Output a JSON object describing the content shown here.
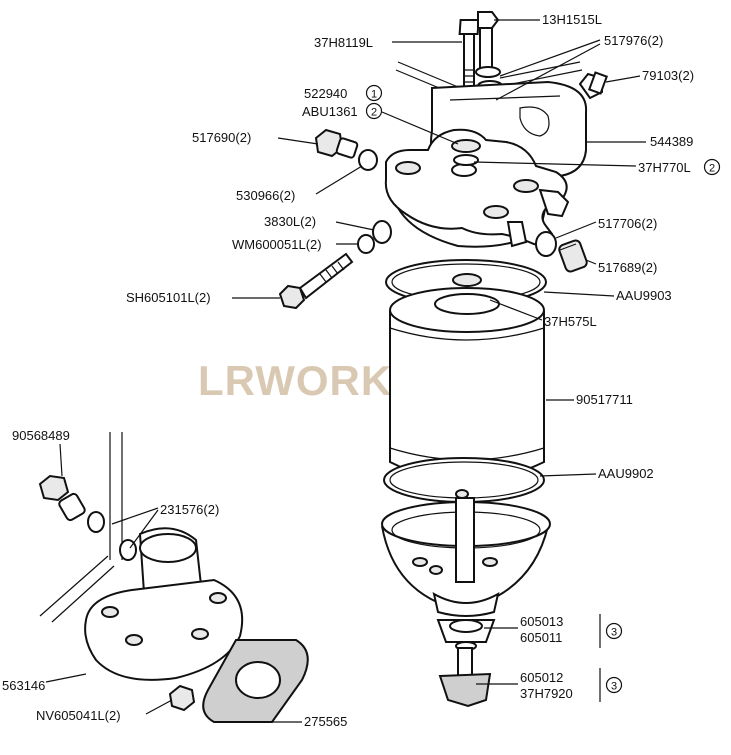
{
  "watermark": "LRWORKSHOP",
  "labels": [
    {
      "id": "13h1515l",
      "text": "13H1515L"
    },
    {
      "id": "37h8119l",
      "text": "37H8119L"
    },
    {
      "id": "517976",
      "text": "517976(2)"
    },
    {
      "id": "79103",
      "text": "79103(2)"
    },
    {
      "id": "522940",
      "text": "522940"
    },
    {
      "id": "abu1361",
      "text": "ABU1361"
    },
    {
      "id": "544389",
      "text": "544389"
    },
    {
      "id": "517690",
      "text": "517690(2)"
    },
    {
      "id": "37h770l",
      "text": "37H770L"
    },
    {
      "id": "530966",
      "text": "530966(2)"
    },
    {
      "id": "3830l",
      "text": "3830L(2)"
    },
    {
      "id": "517706",
      "text": "517706(2)"
    },
    {
      "id": "wm600051l",
      "text": "WM600051L(2)"
    },
    {
      "id": "517689",
      "text": "517689(2)"
    },
    {
      "id": "aau9903",
      "text": "AAU9903"
    },
    {
      "id": "sh605101l",
      "text": "SH605101L(2)"
    },
    {
      "id": "37h575l",
      "text": "37H575L"
    },
    {
      "id": "90517711",
      "text": "90517711"
    },
    {
      "id": "90568489",
      "text": "90568489"
    },
    {
      "id": "aau9902",
      "text": "AAU9902"
    },
    {
      "id": "231576",
      "text": "231576(2)"
    },
    {
      "id": "605013",
      "text": "605013"
    },
    {
      "id": "605011",
      "text": "605011"
    },
    {
      "id": "563146",
      "text": "563146"
    },
    {
      "id": "605012",
      "text": "605012"
    },
    {
      "id": "37h7920",
      "text": "37H7920"
    },
    {
      "id": "nv605041l",
      "text": "NV605041L(2)"
    },
    {
      "id": "275565",
      "text": "275565"
    }
  ],
  "callouts": {
    "c1": "1",
    "c2a": "2",
    "c2b": "2",
    "c3a": "3",
    "c3b": "3"
  }
}
